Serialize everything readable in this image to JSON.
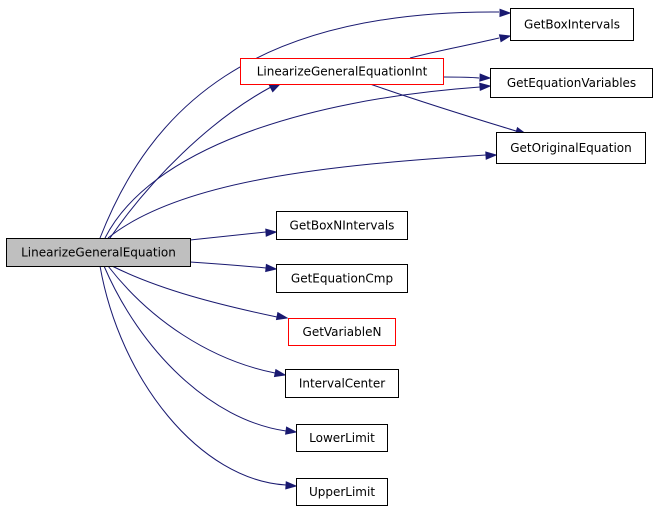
{
  "colors": {
    "edge": "#191970",
    "node_border": "#000000",
    "node_border_unexpanded": "#ff0000",
    "root_fill": "#bfbfbf",
    "node_fill": "#ffffff"
  },
  "nodes": [
    {
      "id": "root",
      "label": "LinearizeGeneralEquation",
      "style": "root"
    },
    {
      "id": "lgei",
      "label": "LinearizeGeneralEquationInt",
      "style": "unexpanded"
    },
    {
      "id": "gbi",
      "label": "GetBoxIntervals",
      "style": "normal"
    },
    {
      "id": "gev",
      "label": "GetEquationVariables",
      "style": "normal"
    },
    {
      "id": "goe",
      "label": "GetOriginalEquation",
      "style": "normal"
    },
    {
      "id": "gbni",
      "label": "GetBoxNIntervals",
      "style": "normal"
    },
    {
      "id": "gec",
      "label": "GetEquationCmp",
      "style": "normal"
    },
    {
      "id": "gvn",
      "label": "GetVariableN",
      "style": "unexpanded"
    },
    {
      "id": "ic",
      "label": "IntervalCenter",
      "style": "normal"
    },
    {
      "id": "ll",
      "label": "LowerLimit",
      "style": "normal"
    },
    {
      "id": "ul",
      "label": "UpperLimit",
      "style": "normal"
    }
  ],
  "edges": [
    {
      "from": "root",
      "to": "gbi"
    },
    {
      "from": "root",
      "to": "lgei"
    },
    {
      "from": "root",
      "to": "gev"
    },
    {
      "from": "root",
      "to": "goe"
    },
    {
      "from": "root",
      "to": "gbni"
    },
    {
      "from": "root",
      "to": "gec"
    },
    {
      "from": "root",
      "to": "gvn"
    },
    {
      "from": "root",
      "to": "ic"
    },
    {
      "from": "root",
      "to": "ll"
    },
    {
      "from": "root",
      "to": "ul"
    },
    {
      "from": "lgei",
      "to": "gbi"
    },
    {
      "from": "lgei",
      "to": "gev"
    },
    {
      "from": "lgei",
      "to": "goe"
    }
  ]
}
